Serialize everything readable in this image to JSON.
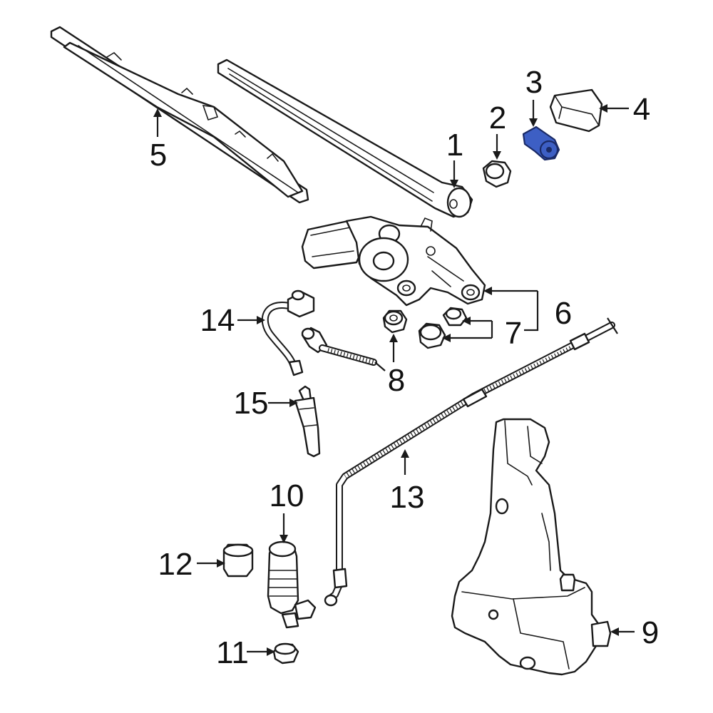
{
  "callouts": {
    "c1": "1",
    "c2": "2",
    "c3": "3",
    "c4": "4",
    "c5": "5",
    "c6": "6",
    "c7": "7",
    "c8": "8",
    "c9": "9",
    "c10": "10",
    "c11": "11",
    "c12": "12",
    "c13": "13",
    "c14": "14",
    "c15": "15"
  },
  "colors": {
    "highlight": "#3d5fc4",
    "line": "#1a1a1a",
    "background": "#ffffff"
  }
}
